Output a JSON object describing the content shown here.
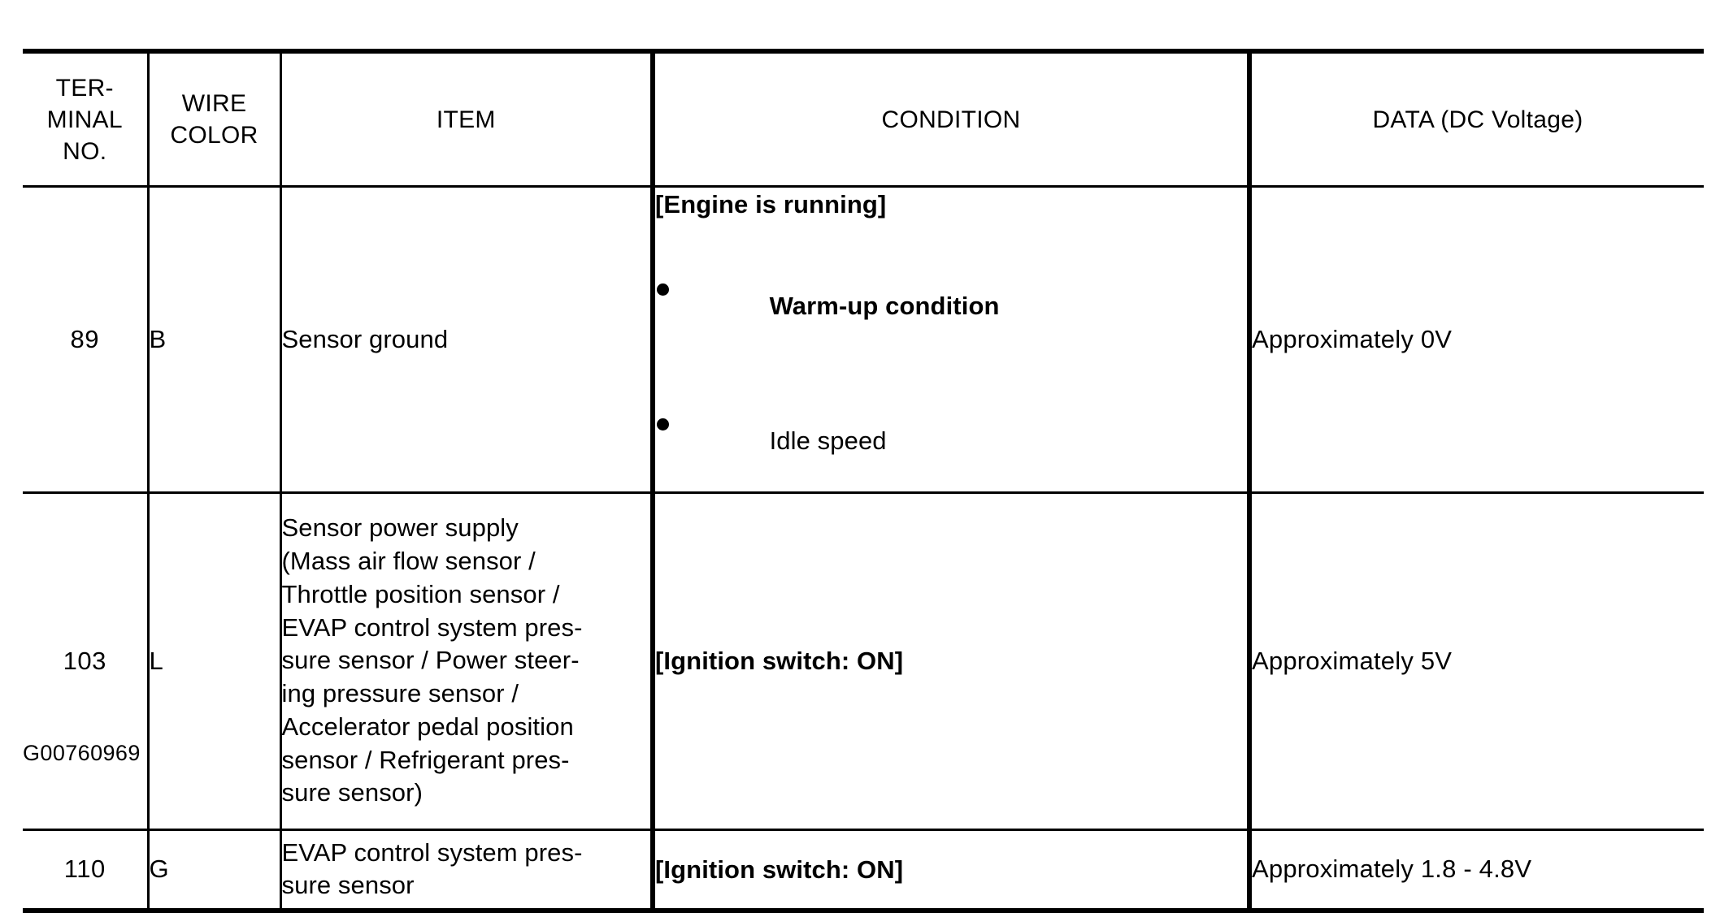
{
  "table": {
    "headers": [
      {
        "key": "terminal",
        "lines": [
          "TER-",
          "MINAL",
          "NO."
        ]
      },
      {
        "key": "wire",
        "lines": [
          "WIRE",
          "COLOR"
        ]
      },
      {
        "key": "item",
        "lines": [
          "ITEM"
        ]
      },
      {
        "key": "condition",
        "lines": [
          "CONDITION"
        ]
      },
      {
        "key": "data",
        "lines": [
          "DATA (DC Voltage)"
        ]
      }
    ],
    "header_text": {
      "terminal_l1": "TER-",
      "terminal_l2": "MINAL",
      "terminal_l3": "NO.",
      "wire_l1": "WIRE",
      "wire_l2": "COLOR",
      "item": "ITEM",
      "condition": "CONDITION",
      "data": "DATA (DC Voltage)"
    },
    "rows": [
      {
        "terminal_no": "89",
        "wire_color": "B",
        "item_lines": [
          "Sensor ground"
        ],
        "condition": {
          "heading": "[Engine is running]",
          "bullets": [
            {
              "text": "Warm-up condition",
              "bold": true
            },
            {
              "text": "Idle speed",
              "bold": false
            }
          ]
        },
        "data": "Approximately 0V"
      },
      {
        "terminal_no": "103",
        "wire_color": "L",
        "item_lines": [
          "Sensor power supply",
          "(Mass air flow sensor /",
          "Throttle position sensor /",
          "EVAP control system pres-",
          "sure sensor / Power steer-",
          "ing pressure sensor /",
          "Accelerator pedal position",
          "sensor / Refrigerant pres-",
          "sure sensor)"
        ],
        "condition": {
          "heading": "[Ignition switch: ON]",
          "bullets": []
        },
        "data": "Approximately 5V"
      },
      {
        "terminal_no": "110",
        "wire_color": "G",
        "item_lines": [
          "EVAP control system pres-",
          "sure sensor"
        ],
        "condition": {
          "heading": "[Ignition switch: ON]",
          "bullets": []
        },
        "data": "Approximately 1.8 - 4.8V"
      }
    ]
  },
  "figure_id": "G00760969",
  "colors": {
    "ink": "#000000",
    "page": "#ffffff"
  }
}
